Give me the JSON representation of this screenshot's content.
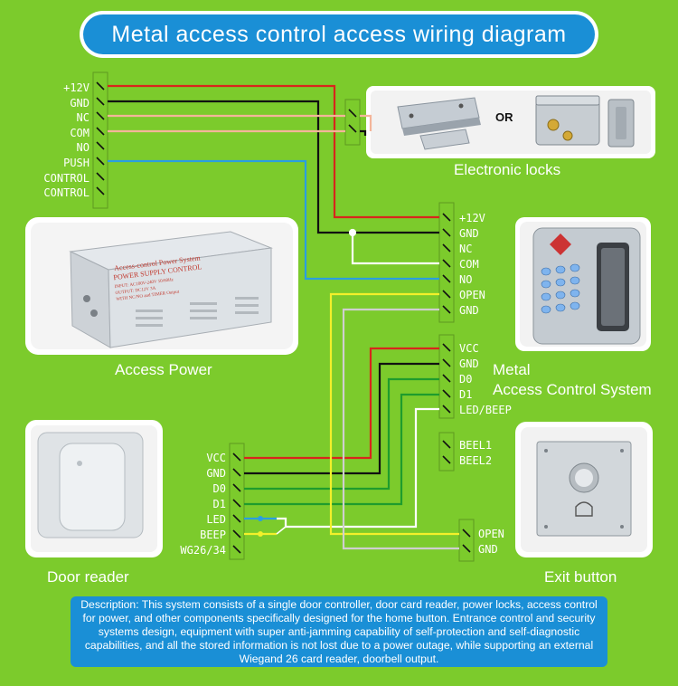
{
  "title": "Metal access control access wiring diagram",
  "captions": {
    "electronic_locks": "Electronic locks",
    "or": "OR",
    "access_power": "Access Power",
    "metal_system_line1": "Metal",
    "metal_system_line2": "Access Control System",
    "door_reader": "Door reader",
    "exit_button": "Exit button"
  },
  "power_terminals": [
    "+12V",
    "GND",
    "NC",
    "COM",
    "NO",
    "PUSH",
    "CONTROL",
    "CONTROL"
  ],
  "controller_power_terminals": [
    "+12V",
    "GND",
    "NC",
    "COM",
    "NO",
    "OPEN",
    "GND"
  ],
  "controller_wiegand_terminals": [
    "VCC",
    "GND",
    "D0",
    "D1",
    "LED/BEEP"
  ],
  "controller_bell_terminals": [
    "BEEL1",
    "BEEL2"
  ],
  "reader_terminals": [
    "VCC",
    "GND",
    "D0",
    "D1",
    "LED",
    "BEEP",
    "WG26/34"
  ],
  "exit_terminals": [
    "OPEN",
    "GND"
  ],
  "power_label_text": {
    "line1": "Access-control Power System",
    "line2": "POWER SUPPLY CONTROL",
    "line3": "INPUT: AC100V-240V 50/60Hz",
    "line4": "OUTPUT: DC12V 3A",
    "line5": "WITH NC/NO and TIMER Output"
  },
  "description": "Description: This system consists of a single door controller, door card reader, power locks, access control for power, and other components specifically designed for the home button. Entrance control and security systems design, equipment with super anti-jamming capability of self-protection and self-diagnostic capabilities, and all the stored information is not lost due to a power outage, while supporting an external Wiegand 26 card reader, doorbell output.",
  "colors": {
    "background": "#7ccb2c",
    "accent_blue": "#1a8fd6",
    "wire_red": "#d8261c",
    "wire_black": "#111111",
    "wire_pink": "#f4b59a",
    "wire_blue": "#2a9ee0",
    "wire_yellow": "#f3f02a",
    "wire_gray": "#cfcfcf",
    "wire_green": "#1f9c2d"
  }
}
